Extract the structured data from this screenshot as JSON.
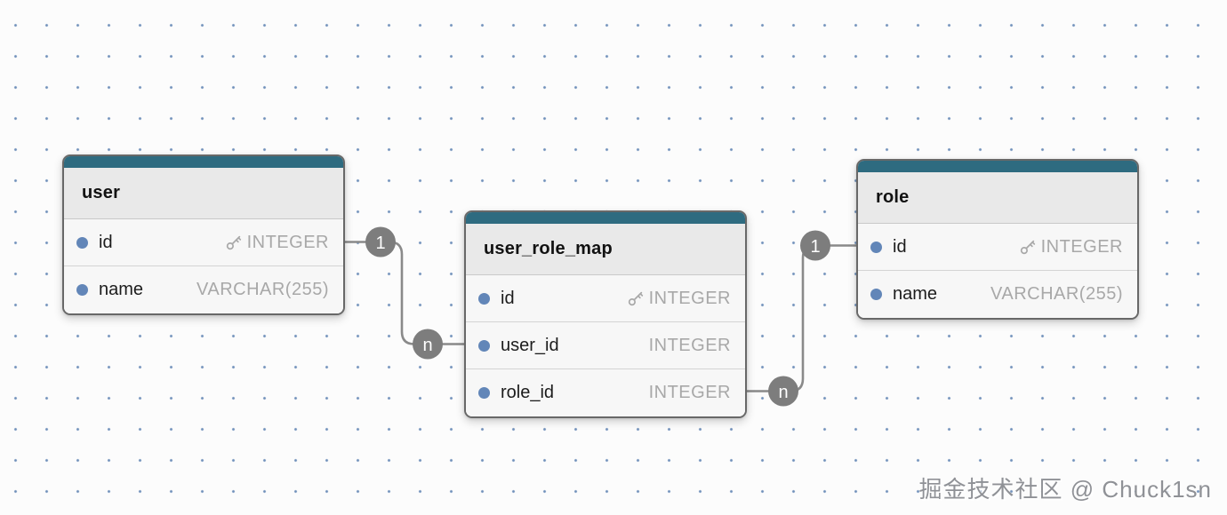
{
  "canvas": {
    "background_color": "#fcfcfc",
    "grid_dot_color": "#7090bb",
    "accent_color": "#2e6b80"
  },
  "tables": [
    {
      "name": "user",
      "fields": [
        {
          "name": "id",
          "type": "INTEGER",
          "primary_key": true
        },
        {
          "name": "name",
          "type": "VARCHAR(255)",
          "primary_key": false
        }
      ]
    },
    {
      "name": "user_role_map",
      "fields": [
        {
          "name": "id",
          "type": "INTEGER",
          "primary_key": true
        },
        {
          "name": "user_id",
          "type": "INTEGER",
          "primary_key": false
        },
        {
          "name": "role_id",
          "type": "INTEGER",
          "primary_key": false
        }
      ]
    },
    {
      "name": "role",
      "fields": [
        {
          "name": "id",
          "type": "INTEGER",
          "primary_key": true
        },
        {
          "name": "name",
          "type": "VARCHAR(255)",
          "primary_key": false
        }
      ]
    }
  ],
  "relationships": [
    {
      "from": "user.id",
      "to": "user_role_map.user_id",
      "from_label": "1",
      "to_label": "n"
    },
    {
      "from": "role.id",
      "to": "user_role_map.role_id",
      "from_label": "1",
      "to_label": "n"
    }
  ],
  "watermark": "掘金技术社区 @ Chuck1sn"
}
